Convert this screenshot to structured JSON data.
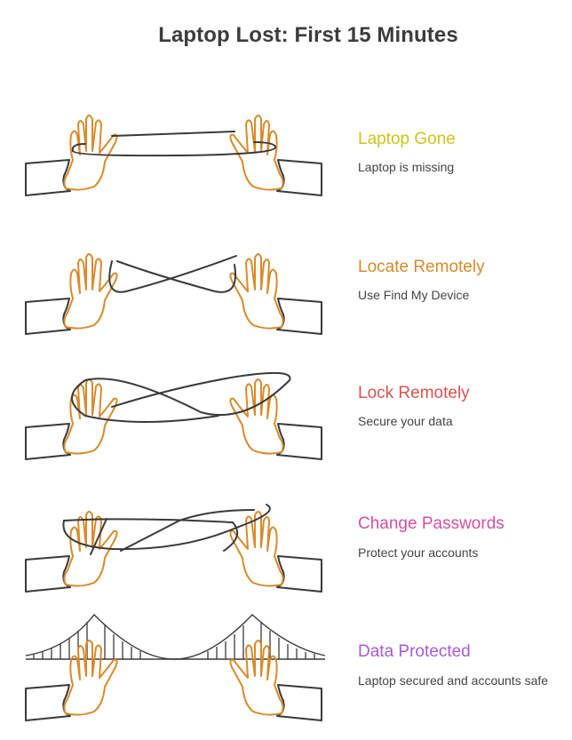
{
  "title": "Laptop Lost: First 15 Minutes",
  "steps": [
    {
      "title": "Laptop Gone",
      "description": "Laptop is missing",
      "color": "#d4c21a",
      "icon": "hands-string-open-icon"
    },
    {
      "title": "Locate Remotely",
      "description": "Use Find My Device",
      "color": "#d98a2b",
      "icon": "hands-string-cross-icon"
    },
    {
      "title": "Lock Remotely",
      "description": "Secure your data",
      "color": "#d9534f",
      "icon": "hands-string-loop-icon"
    },
    {
      "title": "Change Passwords",
      "description": "Protect your accounts",
      "color": "#d44fa0",
      "icon": "hands-string-web-icon"
    },
    {
      "title": "Data Protected",
      "description": "Laptop secured and accounts safe",
      "color": "#a65ccc",
      "icon": "hands-bridge-icon"
    }
  ]
}
